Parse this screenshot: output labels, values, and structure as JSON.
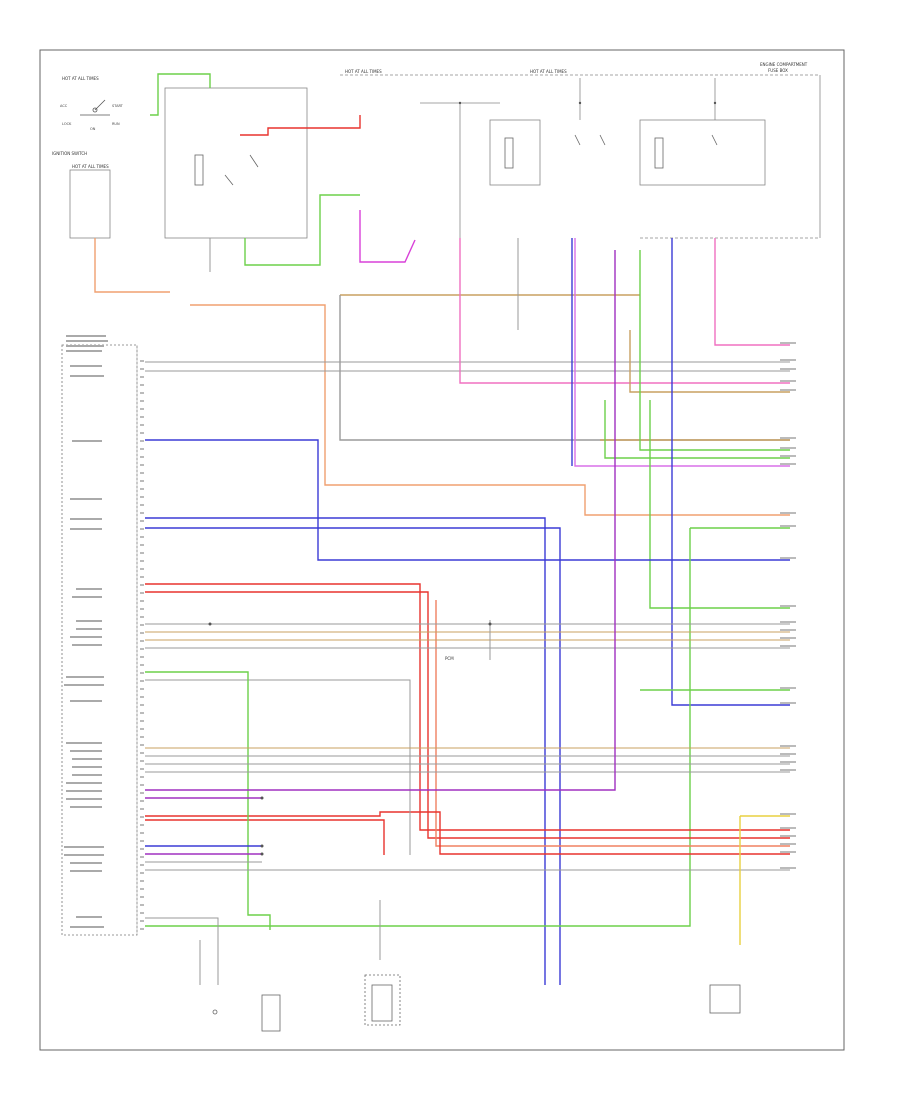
{
  "colors": {
    "frame": "#555555",
    "wire_gray": "#9a9a9a",
    "wire_orange": "#f0a070",
    "wire_red": "#e8342e",
    "wire_green": "#6dd04a",
    "wire_magenta": "#d840d8",
    "wire_blue": "#3b3bd6",
    "wire_tan": "#c8a060",
    "wire_pink": "#f070c0",
    "wire_yellow": "#e8d040",
    "wire_violet": "#a030c0",
    "wire_darkgreen": "#3a8a3a"
  },
  "header": {
    "right_label_1": "ENGINE COMPARTMENT",
    "right_label_2": "FUSE BOX",
    "hot_label_1": "HOT AT ALL TIMES",
    "hot_label_2": "HOT AT ALL TIMES"
  },
  "top_left": {
    "hot_label": "HOT AT ALL TIMES",
    "switch_labels": [
      "ACC",
      "START",
      "LOCK",
      "ON",
      "RUN"
    ],
    "ignition_switch": "IGNITION SWITCH",
    "hot_label_2": "HOT AT ALL TIMES"
  },
  "center_text": "PCM"
}
